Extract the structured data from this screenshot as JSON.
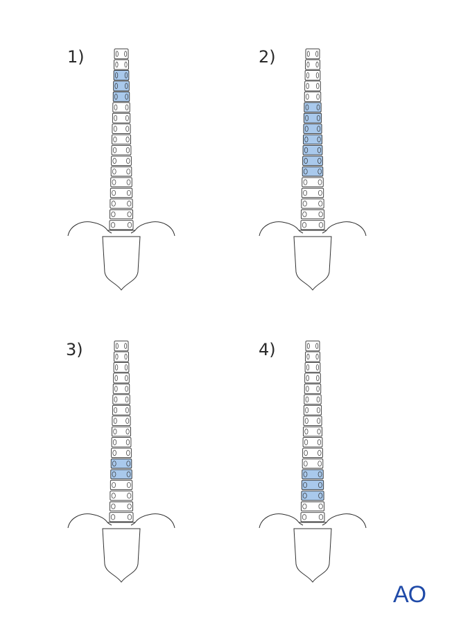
{
  "panels": [
    {
      "label": "1)",
      "highlighted_vertebrae": [
        3,
        4,
        5
      ]
    },
    {
      "label": "2)",
      "highlighted_vertebrae": [
        6,
        7,
        8,
        9,
        10,
        11,
        12
      ]
    },
    {
      "label": "3)",
      "highlighted_vertebrae": [
        12,
        13
      ]
    },
    {
      "label": "4)",
      "highlighted_vertebrae": [
        13,
        14,
        15
      ]
    }
  ],
  "vertebra_count": 17,
  "logo": {
    "text": "AO"
  },
  "colors": {
    "highlight": "#a9c9ec",
    "line": "#2f2f2f",
    "logo": "#1f4aa8"
  }
}
